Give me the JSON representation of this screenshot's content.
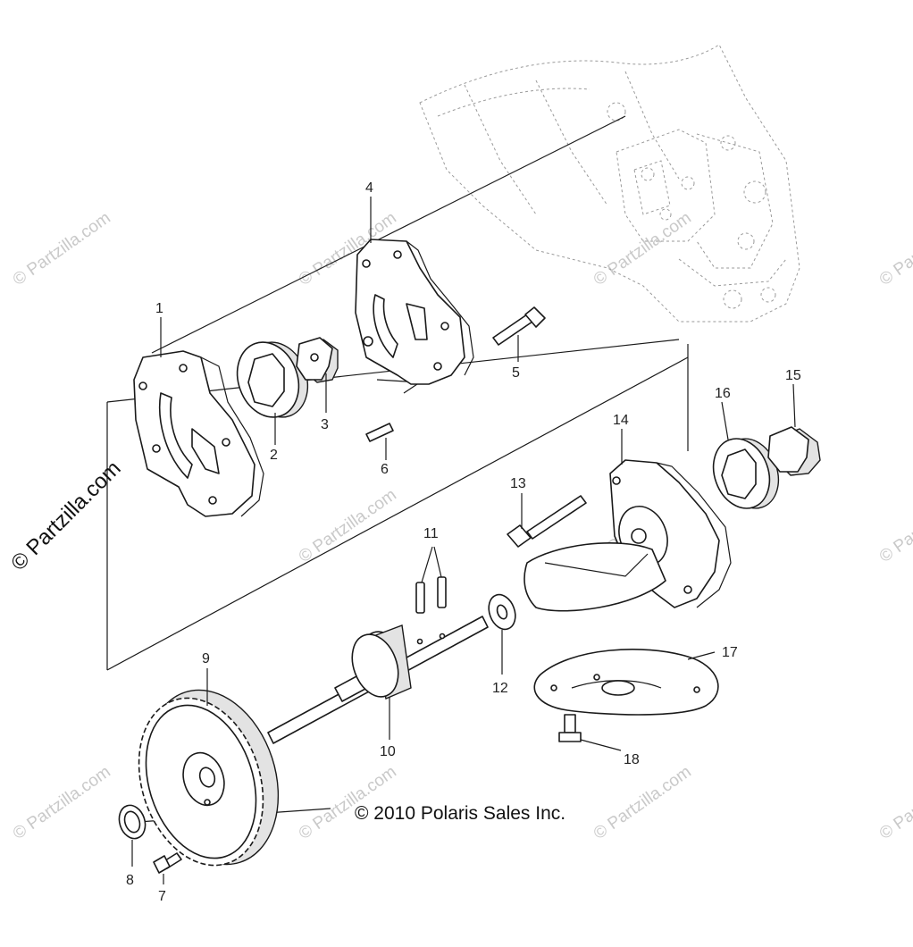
{
  "callouts": [
    {
      "id": "1",
      "text": "1"
    },
    {
      "id": "2",
      "text": "2"
    },
    {
      "id": "3",
      "text": "3"
    },
    {
      "id": "4",
      "text": "4"
    },
    {
      "id": "5",
      "text": "5"
    },
    {
      "id": "6",
      "text": "6"
    },
    {
      "id": "7",
      "text": "7"
    },
    {
      "id": "8",
      "text": "8"
    },
    {
      "id": "9",
      "text": "9"
    },
    {
      "id": "10",
      "text": "10"
    },
    {
      "id": "11",
      "text": "11"
    },
    {
      "id": "12",
      "text": "12"
    },
    {
      "id": "13",
      "text": "13"
    },
    {
      "id": "14",
      "text": "14"
    },
    {
      "id": "15",
      "text": "15"
    },
    {
      "id": "16",
      "text": "16"
    },
    {
      "id": "17",
      "text": "17"
    },
    {
      "id": "18",
      "text": "18"
    }
  ],
  "copyright": "© 2010 Polaris Sales Inc.",
  "side_watermark": "© Partzilla.com",
  "watermark_text": "© Partzilla.com",
  "colors": {
    "ink": "#1a1a1a",
    "watermark": "#c9c9c9",
    "background": "#ffffff"
  }
}
